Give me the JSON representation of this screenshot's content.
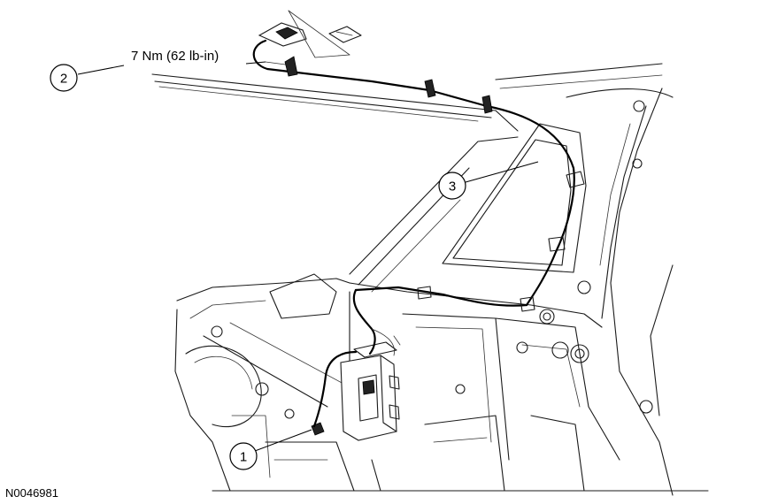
{
  "callouts": [
    {
      "number": "1"
    },
    {
      "number": "2"
    },
    {
      "number": "3"
    }
  ],
  "torque_spec": "7 Nm (62 lb-in)",
  "figure_id": "N0046981"
}
